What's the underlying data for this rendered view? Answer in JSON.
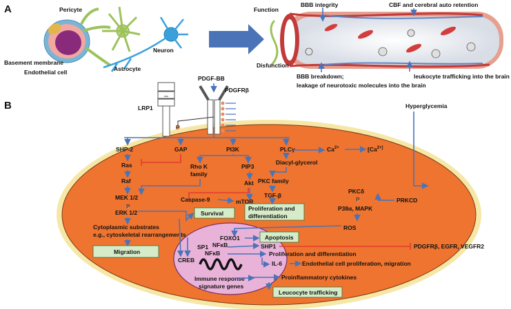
{
  "panels": {
    "a": "A",
    "b": "B"
  },
  "panel_a": {
    "pericyte": "Pericyte",
    "basement_membrane": "Basement membrane",
    "endothelial_cell": "Endothelial cell",
    "astrocyte": "Astrocyte",
    "neuron": "Neuron",
    "function": "Function",
    "disfunction": "Disfunction",
    "bbb_integrity": "BBB integrity",
    "cbf": "CBF and cerebral auto retention",
    "bbb_breakdown": "BBB breakdown;",
    "leakage": "leakage of neurotoxic  molecules into the brain",
    "leukocyte": "leukocyte trafficking into the brain"
  },
  "panel_b": {
    "pdgf_bb": "PDGF-BB",
    "lrp1": "LRP1",
    "pdgfrb": "PDGFRβ",
    "hyperglycemia": "Hyperglycemia",
    "shp2": "SHP-2",
    "gap": "GAP",
    "pi3k": "PI3K",
    "plcg": "PLCγ",
    "ca": "Ca",
    "ca_sup": "2+",
    "ca_int": "[Ca",
    "ca_int_sup": "2+]",
    "diacyl": "Diacyl-glycerol",
    "ras": "Ras",
    "rhok1": "Rho K",
    "rhok2": "family",
    "pip3": "PIP3",
    "pkc_family": "PKC family",
    "raf": "Raf",
    "akt": "Akt",
    "tgfb": "TGF-β",
    "mek": "MEK 1/2",
    "caspase": "Caspase-9",
    "mtor": "mTOR",
    "pkcd": "PKCδ",
    "prkcd": "PRKCD",
    "erk": "ERK 1/2",
    "p38": "P38α, MAPK",
    "cyto1": "Cytoplasmic substrates",
    "cyto2": "e.g., cytoskeletal rearrangements",
    "ros": "ROS",
    "foxo1": "FOXO1",
    "sp1": "SP1",
    "nfkb1": "NFκB",
    "nfkb2": "NFκB",
    "shp1": "SHP1",
    "pdgfr_egfr": "PDGFRβ, EGFR, VEGFR2",
    "creb": "CREB",
    "prolif_diff2": "Proliferation and differentiation",
    "il6": "IL-6",
    "endo_prolif": "Endothelial cell proliferation, migration",
    "immune1": "Immune response",
    "immune2": "signature genes",
    "proinflam": "Proinflammatory cytokines",
    "p_label": "P",
    "boxes": {
      "prolif1": "Proliferation and",
      "prolif2": "differentiation",
      "survival": "Survival",
      "apoptosis": "Apoptosis",
      "migration": "Migration",
      "leucocyte": "Leucocyte trafficking"
    }
  },
  "colors": {
    "cell_fill": "#ee7430",
    "cell_border": "#f6e7a6",
    "nucleus": "#e9b3d9",
    "arrow": "#4a73b8",
    "inhibit": "#e03c2c",
    "box": "#d6ecc9"
  }
}
